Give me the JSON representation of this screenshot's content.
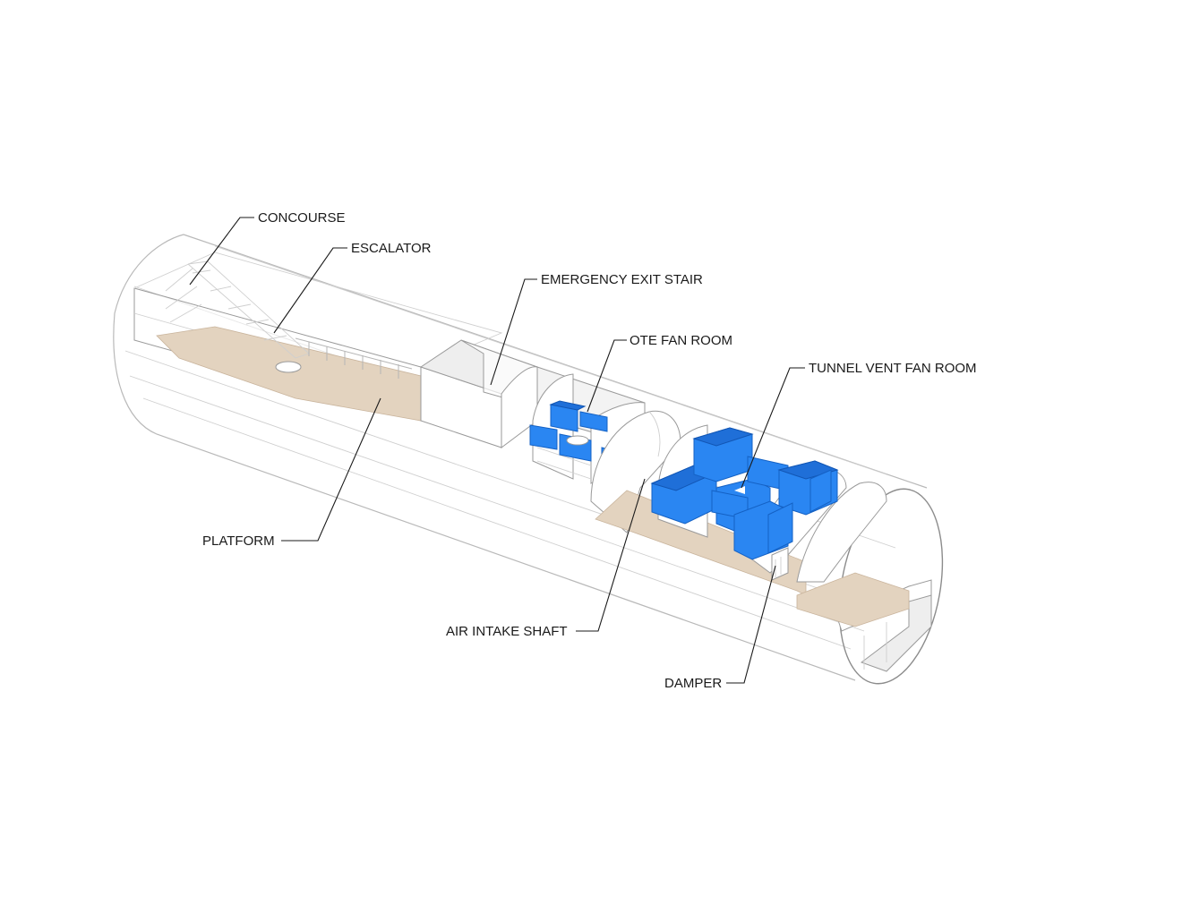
{
  "labels": {
    "concourse": "CONCOURSE",
    "escalator": "ESCALATOR",
    "emergency_exit_stair": "EMERGENCY EXIT STAIR",
    "ote_fan_room": "OTE FAN ROOM",
    "tunnel_vent_fan_room": "TUNNEL VENT FAN ROOM",
    "platform": "PLATFORM",
    "air_intake_shaft": "AIR INTAKE SHAFT",
    "damper": "DAMPER"
  },
  "colors": {
    "equipment": "#2a86f2",
    "floor": "#e3d3bf",
    "outline": "#9a9a9a",
    "leader": "#1a1a1a"
  }
}
